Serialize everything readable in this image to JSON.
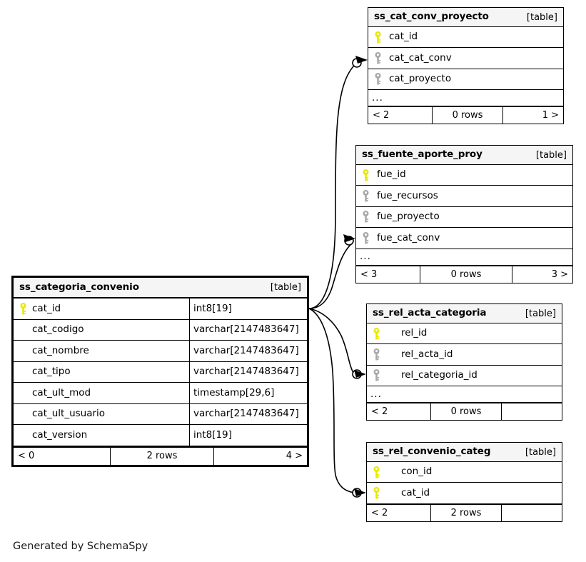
{
  "diagram": {
    "generator_credit": "Generated by SchemaSpy",
    "kind_label": "[table]",
    "ellipsis": "...",
    "colors": {
      "primary_key": "#E8E800",
      "foreign_key": "#A9A9A9",
      "header_background": "#F5F5F5",
      "border": "#000000",
      "background": "#FFFFFF"
    },
    "icons": {
      "primary_key": "key-icon",
      "foreign_key": "key-icon"
    }
  },
  "tables": {
    "categoria_convenio": {
      "name": "ss_categoria_convenio",
      "kind": "[table]",
      "columns": [
        {
          "name": "cat_id",
          "key": "primary",
          "type": "int8[19]"
        },
        {
          "name": "cat_codigo",
          "key": "none",
          "type": "varchar[2147483647]"
        },
        {
          "name": "cat_nombre",
          "key": "none",
          "type": "varchar[2147483647]"
        },
        {
          "name": "cat_tipo",
          "key": "none",
          "type": "varchar[2147483647]"
        },
        {
          "name": "cat_ult_mod",
          "key": "none",
          "type": "timestamp[29,6]"
        },
        {
          "name": "cat_ult_usuario",
          "key": "none",
          "type": "varchar[2147483647]"
        },
        {
          "name": "cat_version",
          "key": "none",
          "type": "int8[19]"
        }
      ],
      "footer": {
        "left": "< 0",
        "middle": "2 rows",
        "right": "4 >"
      }
    },
    "cat_conv_proyecto": {
      "name": "ss_cat_conv_proyecto",
      "kind": "[table]",
      "columns": [
        {
          "name": "cat_id",
          "key": "primary"
        },
        {
          "name": "cat_cat_conv",
          "key": "foreign"
        },
        {
          "name": "cat_proyecto",
          "key": "foreign"
        }
      ],
      "has_ellipsis": true,
      "footer": {
        "left": "< 2",
        "middle": "0 rows",
        "right": "1 >"
      }
    },
    "fuente_aporte_proy": {
      "name": "ss_fuente_aporte_proy",
      "kind": "[table]",
      "columns": [
        {
          "name": "fue_id",
          "key": "primary"
        },
        {
          "name": "fue_recursos",
          "key": "foreign"
        },
        {
          "name": "fue_proyecto",
          "key": "foreign"
        },
        {
          "name": "fue_cat_conv",
          "key": "foreign"
        }
      ],
      "has_ellipsis": true,
      "footer": {
        "left": "< 3",
        "middle": "0 rows",
        "right": "3 >"
      }
    },
    "rel_acta_categoria": {
      "name": "ss_rel_acta_categoria",
      "kind": "[table]",
      "columns": [
        {
          "name": "rel_id",
          "key": "primary"
        },
        {
          "name": "rel_acta_id",
          "key": "foreign"
        },
        {
          "name": "rel_categoria_id",
          "key": "foreign"
        }
      ],
      "has_ellipsis": true,
      "footer": {
        "left": "< 2",
        "middle": "0 rows",
        "right": ""
      }
    },
    "rel_convenio_categ": {
      "name": "ss_rel_convenio_categ",
      "kind": "[table]",
      "columns": [
        {
          "name": "con_id",
          "key": "primary"
        },
        {
          "name": "cat_id",
          "key": "primary"
        }
      ],
      "has_ellipsis": false,
      "footer": {
        "left": "< 2",
        "middle": "2 rows",
        "right": ""
      }
    }
  },
  "relationships": [
    {
      "from": "ss_categoria_convenio.cat_id",
      "to": "ss_cat_conv_proyecto.cat_cat_conv"
    },
    {
      "from": "ss_categoria_convenio.cat_id",
      "to": "ss_fuente_aporte_proy.fue_cat_conv"
    },
    {
      "from": "ss_categoria_convenio.cat_id",
      "to": "ss_rel_acta_categoria.rel_categoria_id"
    },
    {
      "from": "ss_categoria_convenio.cat_id",
      "to": "ss_rel_convenio_categ.cat_id"
    }
  ]
}
